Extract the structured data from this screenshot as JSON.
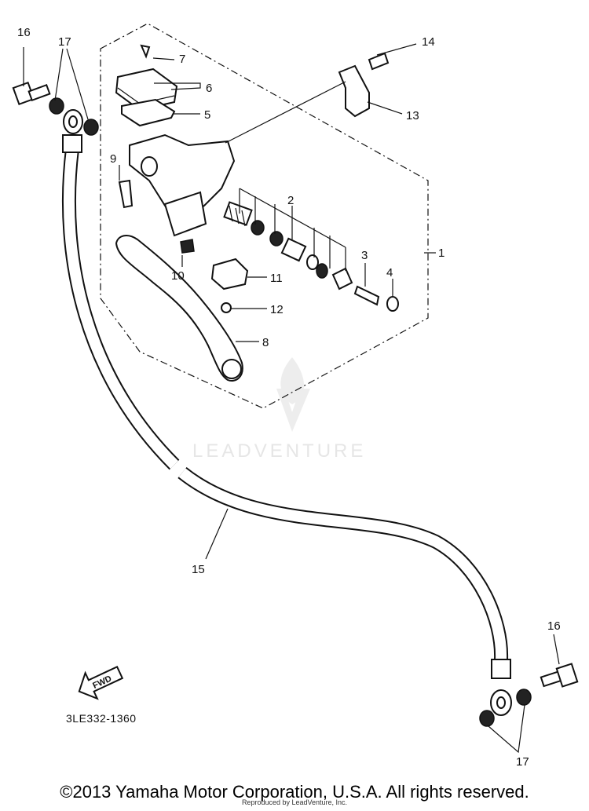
{
  "callouts": {
    "c16a": "16",
    "c17a": "17",
    "c7": "7",
    "c6": "6",
    "c5": "5",
    "c14": "14",
    "c13": "13",
    "c9": "9",
    "c2": "2",
    "c1": "1",
    "c3": "3",
    "c4": "4",
    "c10": "10",
    "c11": "11",
    "c12": "12",
    "c8": "8",
    "c15": "15",
    "c16b": "16",
    "c17b": "17"
  },
  "diagram_code": "3LE332-1360",
  "fwd_label": "FWD",
  "watermark": "LEADVENTURE",
  "copyright": "©2013 Yamaha Motor Corporation, U.S.A. All rights reserved.",
  "reproduced_note": "Reproduced by LeadVenture, Inc."
}
